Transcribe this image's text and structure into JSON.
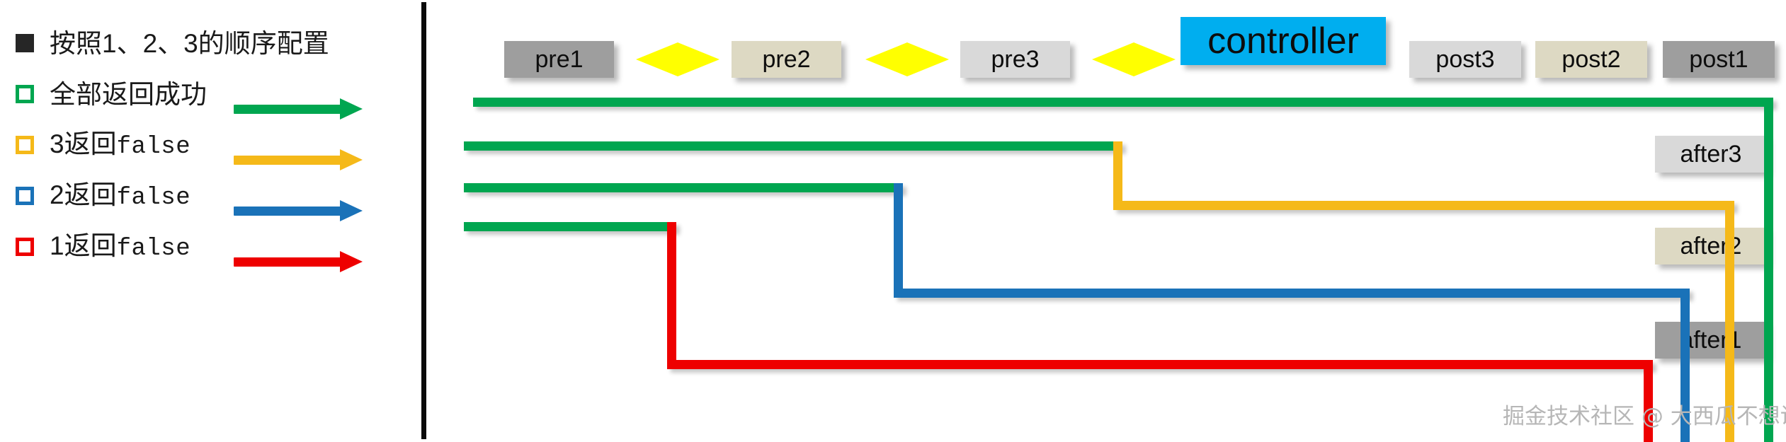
{
  "legend": {
    "items": [
      {
        "label_prefix": "按照1、2、3的顺序配置",
        "label_mono": "",
        "marker": "solid",
        "color": "#262626",
        "has_arrow": false
      },
      {
        "label_prefix": "全部返回成功",
        "label_mono": "",
        "marker": "hollow",
        "color": "#00A650",
        "has_arrow": true
      },
      {
        "label_prefix": "3返回",
        "label_mono": "false",
        "marker": "hollow",
        "color": "#F5B919",
        "has_arrow": true
      },
      {
        "label_prefix": "2返回",
        "label_mono": "false",
        "marker": "hollow",
        "color": "#1A72B8",
        "has_arrow": true
      },
      {
        "label_prefix": "1返回",
        "label_mono": "false",
        "marker": "hollow",
        "color": "#EE0000",
        "has_arrow": true
      }
    ]
  },
  "flow": {
    "boxes": [
      {
        "name": "pre1",
        "label": "pre1",
        "fill": "#9e9e9e",
        "text_size": "34px"
      },
      {
        "name": "pre2",
        "label": "pre2",
        "fill": "#ddd9c3",
        "text_size": "34px"
      },
      {
        "name": "pre3",
        "label": "pre3",
        "fill": "#d9d9d9",
        "text_size": "34px"
      },
      {
        "name": "controller",
        "label": "controller",
        "fill": "#00AEEF",
        "text_size": "52px"
      },
      {
        "name": "post3",
        "label": "post3",
        "fill": "#d9d9d9",
        "text_size": "34px"
      },
      {
        "name": "post2",
        "label": "post2",
        "fill": "#ddd9c3",
        "text_size": "34px"
      },
      {
        "name": "post1",
        "label": "post1",
        "fill": "#9e9e9e",
        "text_size": "34px"
      },
      {
        "name": "after3",
        "label": "after3",
        "fill": "#d9d9d9",
        "text_size": "34px"
      },
      {
        "name": "after2",
        "label": "after2",
        "fill": "#ddd9c3",
        "text_size": "34px"
      },
      {
        "name": "after1",
        "label": "after1",
        "fill": "#9e9e9e",
        "text_size": "34px"
      }
    ],
    "diamonds": 3
  },
  "colors": {
    "green": "#00A650",
    "yellow": "#F5B919",
    "blue": "#1A72B8",
    "red": "#EE0000",
    "divider": "#0a0a0a",
    "diamond": "#ffff00"
  },
  "watermark": {
    "text": "掘金技术社区 @ 大西瓜不想说话"
  }
}
